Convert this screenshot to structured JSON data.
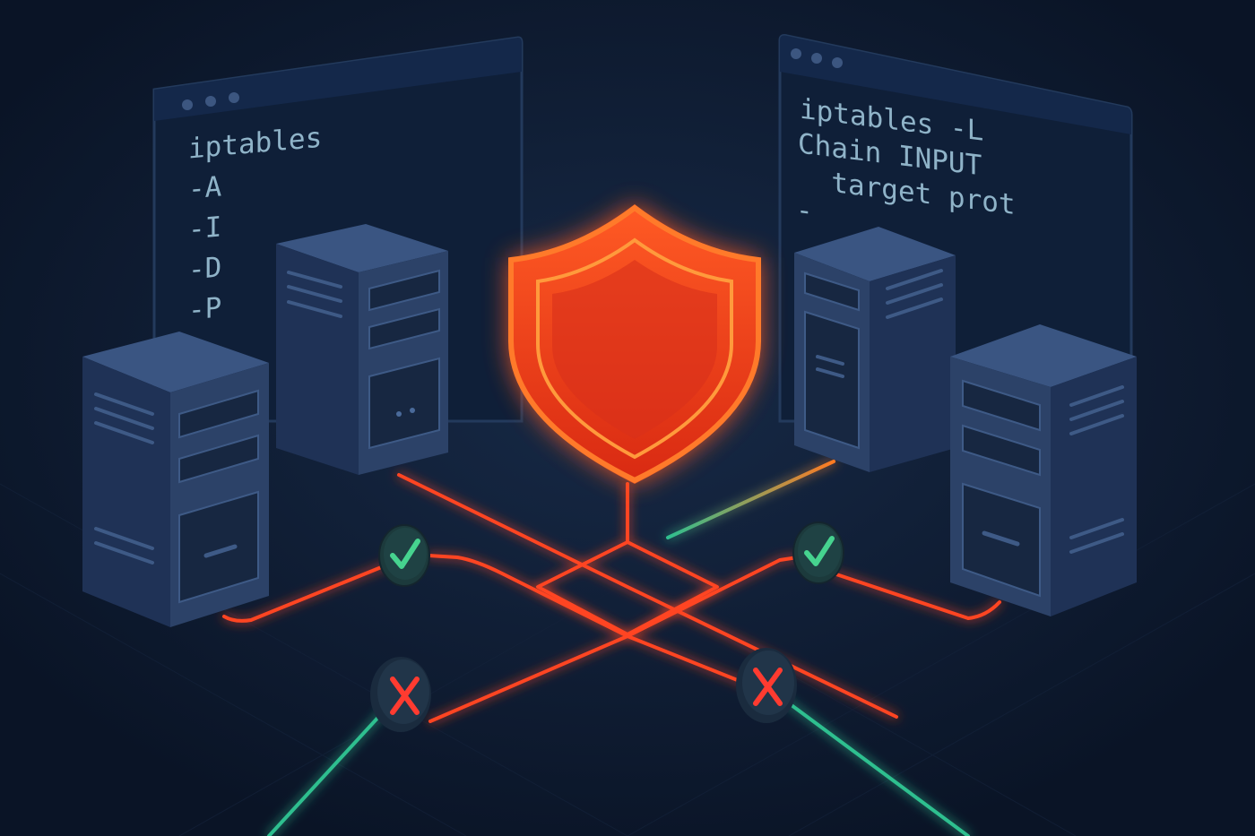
{
  "terminals": {
    "left": {
      "lines": [
        "iptables",
        "-A",
        "-I",
        "-D",
        "-P"
      ]
    },
    "right": {
      "lines": [
        "iptables -L",
        "Chain INPUT",
        "  target prot",
        "-"
      ]
    }
  },
  "icons": {
    "shield": "shield-icon",
    "allow": "check-icon",
    "deny": "x-icon",
    "server": "server-icon"
  },
  "colors": {
    "background": "#0b1628",
    "shield": "#ff4d1f",
    "link_blocked": "#ff4422",
    "link_allowed": "#2fbf8f",
    "server_body": "#2c4268",
    "check": "#46d38f",
    "cross": "#ff3b30"
  }
}
